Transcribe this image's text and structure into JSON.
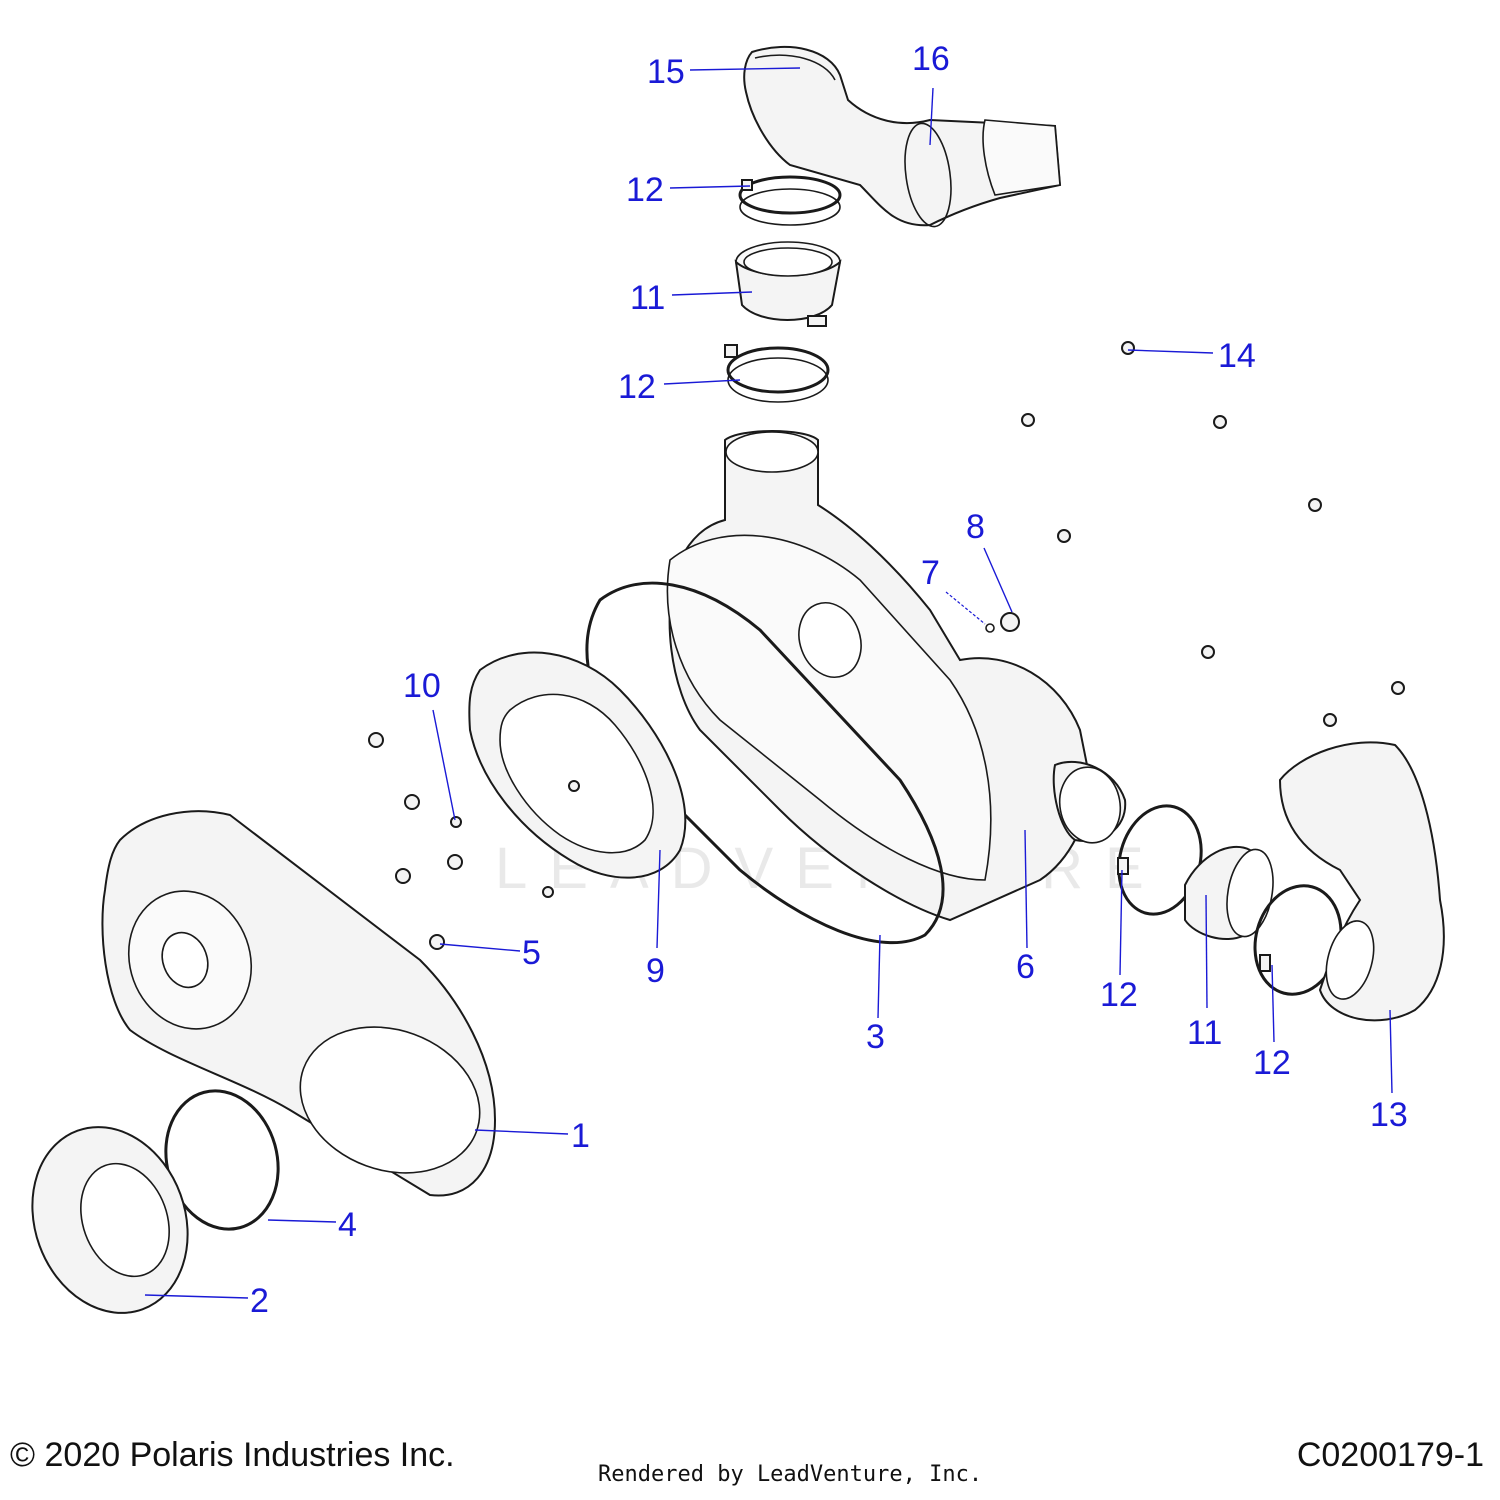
{
  "diagram": {
    "watermark": "LEADVENTURE",
    "callouts": [
      {
        "id": "c1",
        "label": "1"
      },
      {
        "id": "c2",
        "label": "2"
      },
      {
        "id": "c3",
        "label": "3"
      },
      {
        "id": "c4",
        "label": "4"
      },
      {
        "id": "c5",
        "label": "5"
      },
      {
        "id": "c6",
        "label": "6"
      },
      {
        "id": "c7",
        "label": "7"
      },
      {
        "id": "c8",
        "label": "8"
      },
      {
        "id": "c9",
        "label": "9"
      },
      {
        "id": "c10",
        "label": "10"
      },
      {
        "id": "c11a",
        "label": "11"
      },
      {
        "id": "c11b",
        "label": "11"
      },
      {
        "id": "c12a",
        "label": "12"
      },
      {
        "id": "c12b",
        "label": "12"
      },
      {
        "id": "c12c",
        "label": "12"
      },
      {
        "id": "c12d",
        "label": "12"
      },
      {
        "id": "c13",
        "label": "13"
      },
      {
        "id": "c14",
        "label": "14"
      },
      {
        "id": "c15",
        "label": "15"
      },
      {
        "id": "c16",
        "label": "16"
      }
    ]
  },
  "footer": {
    "copyright": "© 2020 Polaris Industries Inc.",
    "rendered_by": "Rendered by LeadVenture, Inc.",
    "drawing_id": "C0200179-1"
  },
  "colors": {
    "callout": "#1a1ad6",
    "line": "#1a1a1a"
  }
}
